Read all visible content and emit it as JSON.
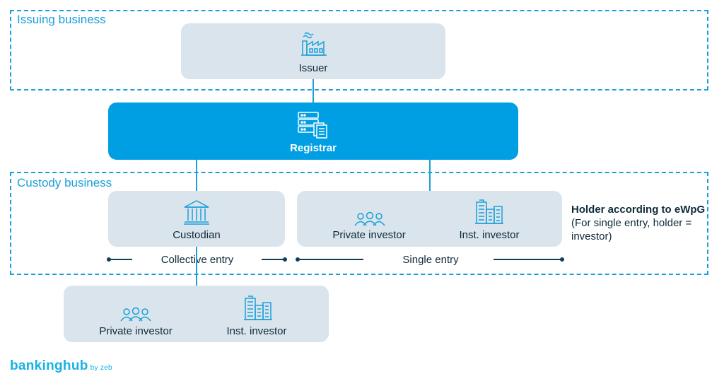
{
  "regions": {
    "issuing_label": "Issuing business",
    "custody_label": "Custody business"
  },
  "nodes": {
    "issuer": "Issuer",
    "registrar": "Registrar",
    "custodian": "Custodian",
    "private_investor_single": "Private investor",
    "inst_investor_single": "Inst. investor",
    "private_investor_collective": "Private investor",
    "inst_investor_collective": "Inst. investor"
  },
  "entries": {
    "collective": "Collective entry",
    "single": "Single entry"
  },
  "note": {
    "bold": "Holder according to eWpG",
    "rest": " (For single entry, holder = investor)"
  },
  "logo": {
    "name": "bankinghub",
    "suffix": "by zeb"
  },
  "colors": {
    "accent": "#009fe3",
    "dashed_border": "#1aa0d8",
    "box_fill": "#d9e4ec",
    "text": "#0f2a3a"
  },
  "icons": [
    "factory-icon",
    "server-documents-icon",
    "bank-building-icon",
    "people-group-icon",
    "office-buildings-icon"
  ]
}
